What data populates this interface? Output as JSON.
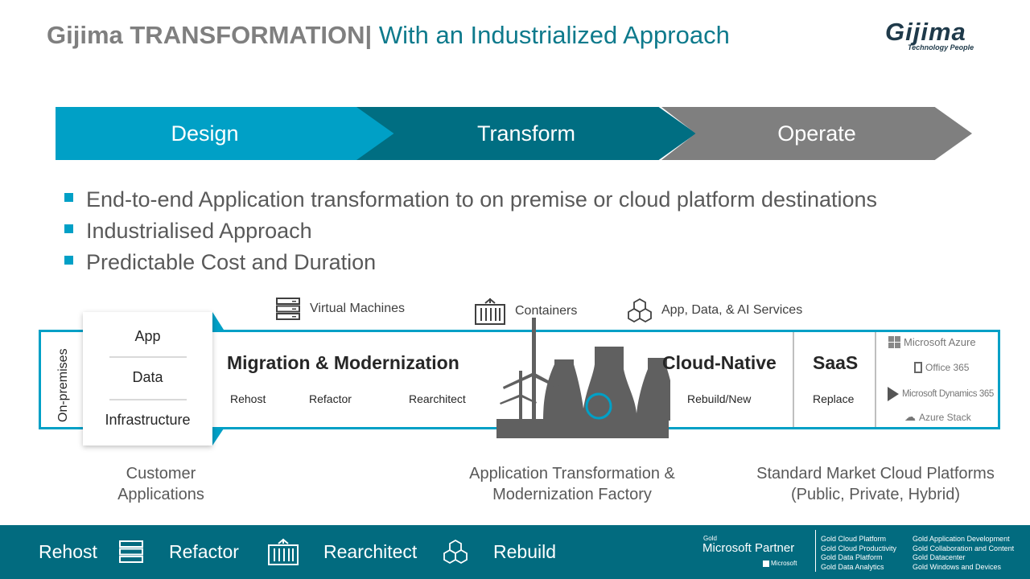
{
  "header": {
    "title_main": "Gijima TRANSFORMATION|",
    "title_sub": "With an Industrialized Approach",
    "logo_name": "Gijima",
    "logo_tagline": "Technology People"
  },
  "phases": [
    {
      "label": "Design",
      "color": "#00A0C6"
    },
    {
      "label": "Transform",
      "color": "#006E82"
    },
    {
      "label": "Operate",
      "color": "#7F7F7F"
    }
  ],
  "bullets": [
    "End-to-end Application transformation to on premise or cloud platform destinations",
    "Industrialised Approach",
    "Predictable Cost and Duration"
  ],
  "services": [
    {
      "label": "Virtual Machines",
      "icon": "server-icon"
    },
    {
      "label": "Containers",
      "icon": "container-icon"
    },
    {
      "label": "App, Data, & AI Services",
      "icon": "cubes-icon"
    }
  ],
  "diagram": {
    "on_prem": "On-premises",
    "stack": [
      "App",
      "Data",
      "Infrastructure"
    ],
    "migration": {
      "title": "Migration & Modernization",
      "items": [
        "Rehost",
        "Refactor",
        "Rearchitect"
      ]
    },
    "cloud_native": {
      "title": "Cloud-Native",
      "item": "Rebuild/New"
    },
    "saas": {
      "title": "SaaS",
      "item": "Replace"
    },
    "platforms": [
      "Microsoft Azure",
      "Office 365",
      "Microsoft Dynamics 365",
      "Azure Stack"
    ]
  },
  "captions": {
    "customer": [
      "Customer",
      "Applications"
    ],
    "factory": [
      "Application Transformation &",
      "Modernization Factory"
    ],
    "standard": [
      "Standard Market Cloud Platforms",
      "(Public, Private, Hybrid)"
    ]
  },
  "footer": {
    "items": [
      "Rehost",
      "Refactor",
      "Rearchitect",
      "Rebuild"
    ],
    "partner_gold": "Gold",
    "partner_title": "Microsoft Partner",
    "partner_ms": "Microsoft",
    "competencies_col1": [
      "Gold Cloud Platform",
      "Gold Cloud Productivity",
      "Gold Data Platform",
      "Gold Data Analytics"
    ],
    "competencies_col2": [
      "Gold Application Development",
      "Gold Collaboration and Content",
      "Gold Datacenter",
      "Gold Windows and Devices"
    ]
  },
  "colors": {
    "accent": "#00A0C6",
    "dark_teal": "#006E82",
    "gray": "#7F7F7F",
    "footer": "#026B7F"
  }
}
